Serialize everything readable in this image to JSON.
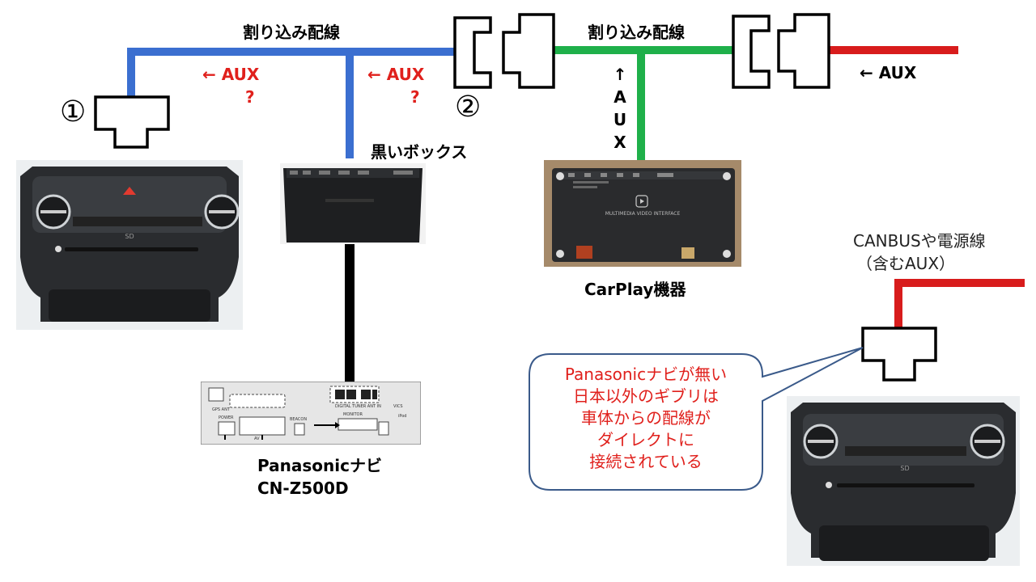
{
  "labels": {
    "splice_left": "割り込み配線",
    "splice_right": "割り込み配線",
    "aux_left": "← AUX",
    "aux_left_q": "?",
    "aux_mid": "← AUX",
    "aux_mid_q": "?",
    "aux_right": "← AUX",
    "aux_vertical": [
      "↑",
      "A",
      "U",
      "X"
    ],
    "marker_1": "①",
    "marker_2": "②",
    "black_box": "黒いボックス",
    "carplay": "CarPlay機器",
    "panasonic_name": "Panasonicナビ",
    "panasonic_model": "CN-Z500D",
    "canbus_line1": "CANBUSや電源線",
    "canbus_line2": "（含むAUX）",
    "callout": [
      "Panasonicナビが無い",
      "日本以外のギブリは",
      "車体からの配線が",
      "ダイレクトに",
      "接続されている"
    ]
  },
  "device_text": {
    "panel_sd": "SD",
    "carplay_interface": "MULTIMEDIA VIDEO INTERFACE",
    "navi_gps": "GPS ANT",
    "navi_power": "POWER",
    "navi_av": "AV",
    "navi_beacon": "BEACON",
    "navi_monitor": "MONITOR",
    "navi_tuner": "DIGITAL TUNER ANT IN",
    "navi_vics": "VICS",
    "navi_ipod": "iPod"
  },
  "colors": {
    "blue_wire": "#3b6fd0",
    "green_wire": "#1fb04a",
    "red_wire": "#d81c1c",
    "black_wire": "#000000",
    "annotation_red": "#e0201c",
    "callout_border": "#3a5a8a"
  }
}
